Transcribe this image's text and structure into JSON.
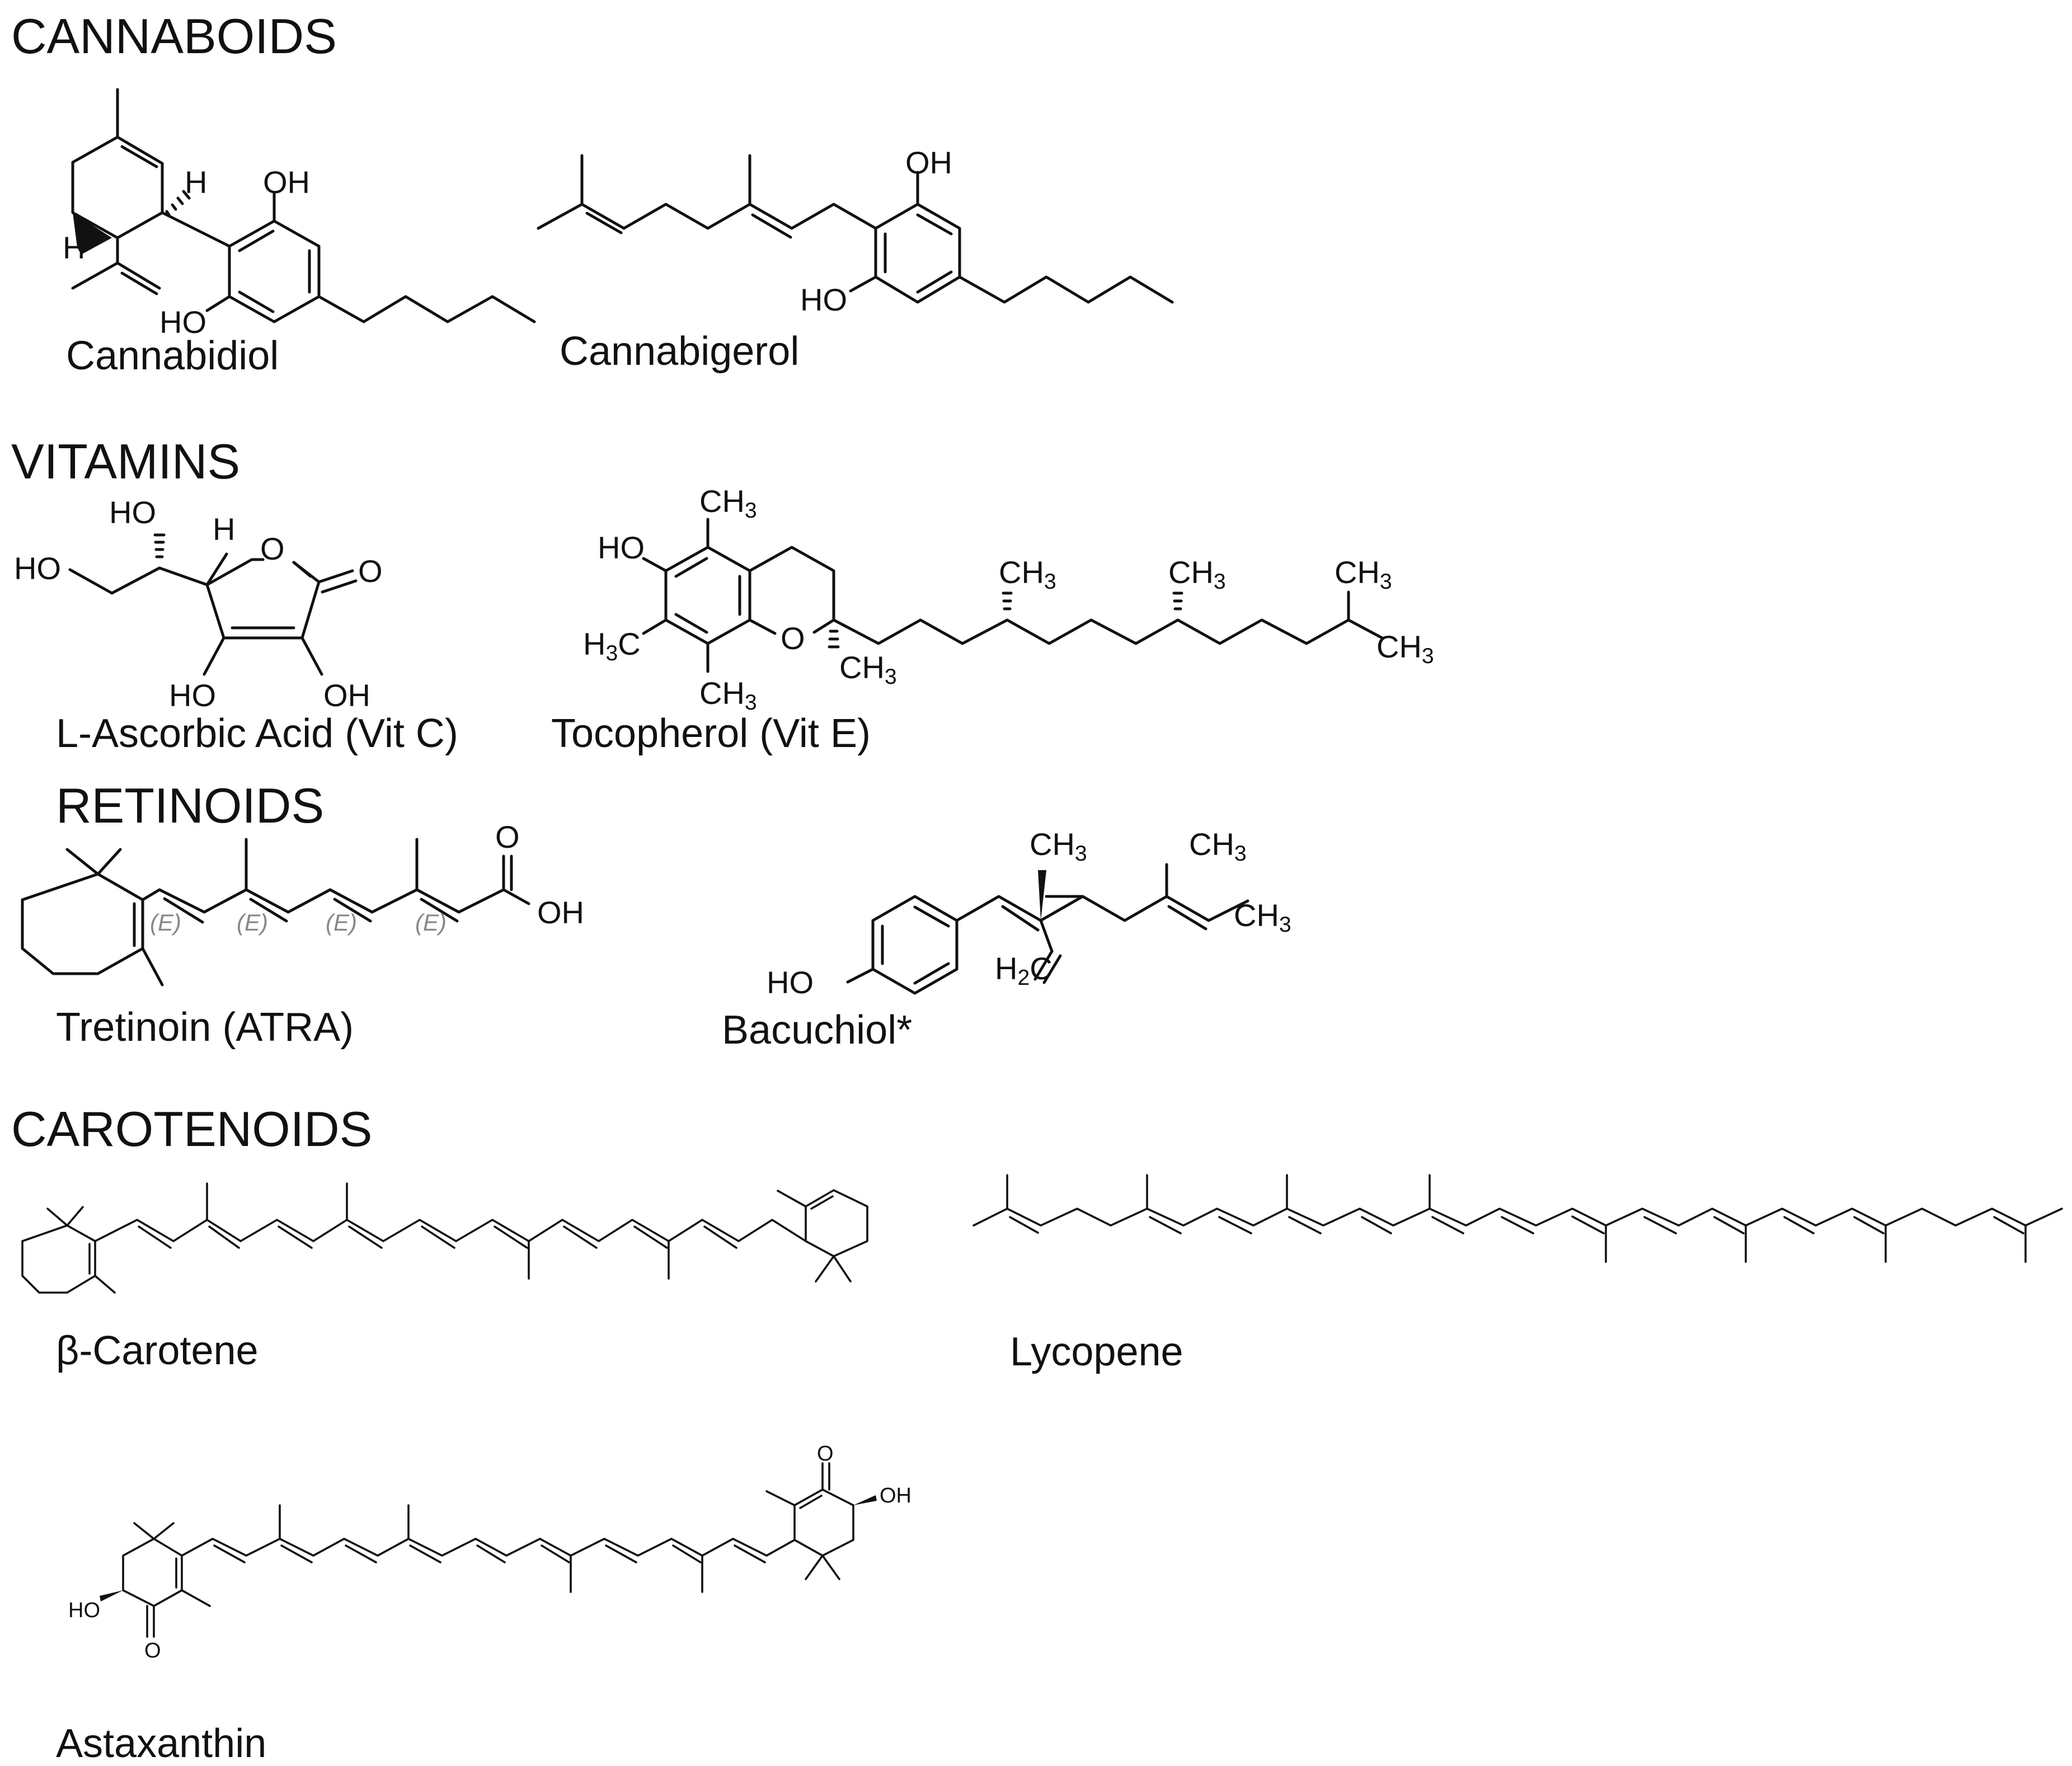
{
  "sections": {
    "cannabinoids": "CANNABOIDS",
    "vitamins": "VITAMINS",
    "retinoids": "RETINOIDS",
    "carotenoids": "CAROTENOIDS"
  },
  "compounds": {
    "cannabidiol": "Cannabidiol",
    "cannabigerol": "Cannabigerol",
    "ascorbic_acid": "L-Ascorbic Acid (Vit C)",
    "tocopherol": "Tocopherol (Vit E)",
    "tretinoin": "Tretinoin (ATRA)",
    "bakuchiol": "Bacuchiol*",
    "beta_carotene": "β-Carotene",
    "lycopene": "Lycopene",
    "astaxanthin": "Astaxanthin"
  },
  "atoms": {
    "oh": "OH",
    "ho": "HO",
    "h": "H",
    "o": "O",
    "ch": "CH",
    "h3c_h": "H",
    "c": "C",
    "three": "3",
    "two": "2",
    "stereo_e": "(E)"
  }
}
